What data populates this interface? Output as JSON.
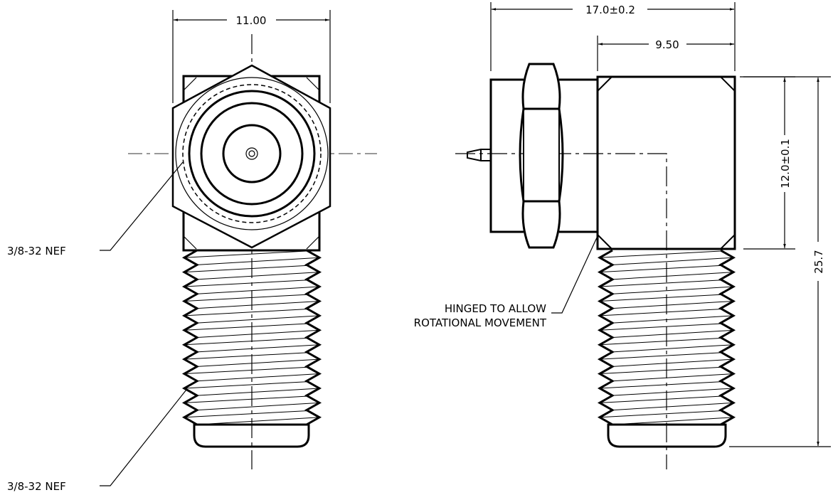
{
  "drawing": {
    "front_view": {
      "dim_width": "11.00",
      "thread_label_top": "3/8-32 NEF",
      "thread_label_bottom": "3/8-32 NEF"
    },
    "side_view": {
      "dim_overall_length": "17.0±0.2",
      "dim_body_length": "9.50",
      "dim_body_height": "12.0±0.1",
      "dim_overall_height": "25.7",
      "note_line1": "HINGED TO ALLOW",
      "note_line2": "ROTATIONAL MOVEMENT"
    },
    "colors": {
      "line": "#000000",
      "background": "#ffffff"
    }
  }
}
